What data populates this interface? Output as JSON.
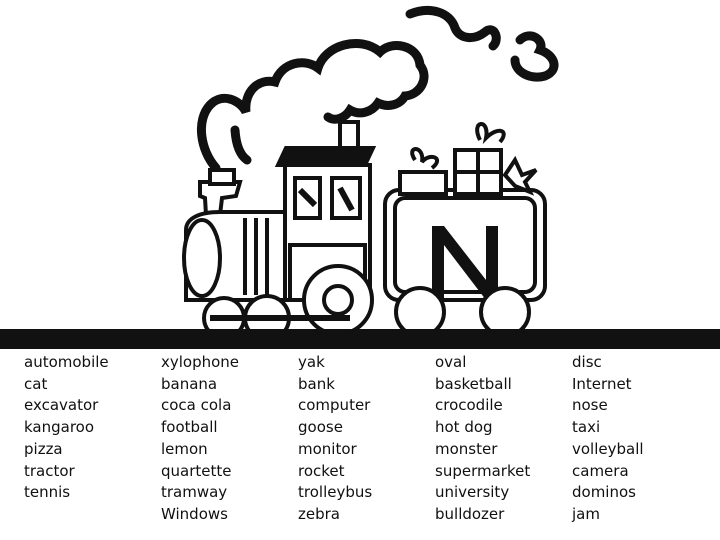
{
  "illustration": {
    "letter": "N",
    "colors": {
      "ink": "#111111",
      "paper": "#ffffff"
    }
  },
  "word_columns": [
    [
      "automobile",
      "cat",
      "excavator",
      "kangaroo",
      "pizza",
      "tractor",
      "tennis"
    ],
    [
      "xylophone",
      "banana",
      "coca cola",
      "football",
      "lemon",
      "quartette",
      "tramway",
      "Windows"
    ],
    [
      "yak",
      "bank",
      "computer",
      "goose",
      "monitor",
      "rocket",
      "trolleybus",
      "zebra"
    ],
    [
      "oval",
      "basketball",
      "crocodile",
      "hot dog",
      "monster",
      "supermarket",
      "university",
      "bulldozer"
    ],
    [
      "disc",
      "Internet",
      "nose",
      "taxi",
      "volleyball",
      "camera",
      "dominos",
      "jam"
    ]
  ]
}
